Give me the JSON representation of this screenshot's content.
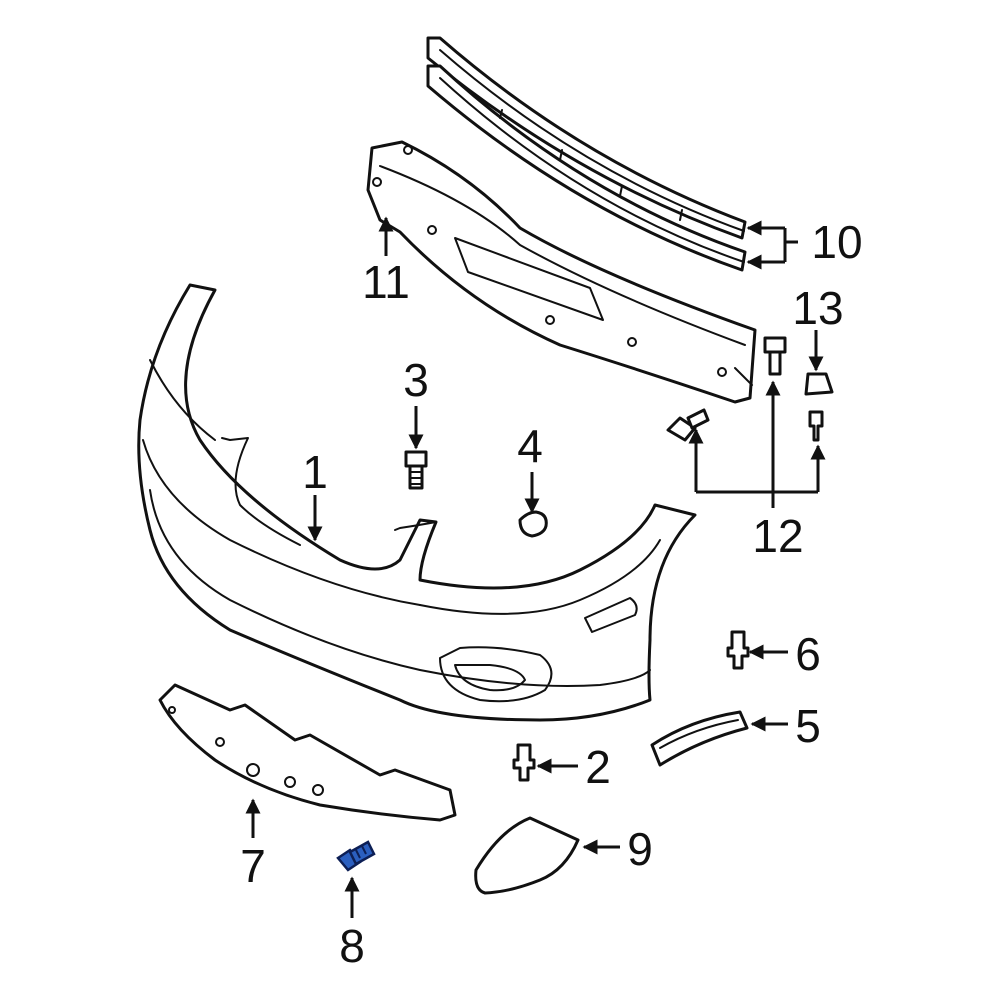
{
  "diagram": {
    "callouts": [
      {
        "id": "1",
        "label": "1"
      },
      {
        "id": "2",
        "label": "2"
      },
      {
        "id": "3",
        "label": "3"
      },
      {
        "id": "4",
        "label": "4"
      },
      {
        "id": "5",
        "label": "5"
      },
      {
        "id": "6",
        "label": "6"
      },
      {
        "id": "7",
        "label": "7"
      },
      {
        "id": "8",
        "label": "8"
      },
      {
        "id": "9",
        "label": "9"
      },
      {
        "id": "10",
        "label": "10"
      },
      {
        "id": "11",
        "label": "11"
      },
      {
        "id": "12",
        "label": "12"
      },
      {
        "id": "13",
        "label": "13"
      }
    ],
    "colors": {
      "line": "#111111",
      "background": "#ffffff",
      "highlight_fill": "#2b5fbf",
      "highlight_stroke": "#0d1f55"
    },
    "highlighted_part": "8"
  }
}
